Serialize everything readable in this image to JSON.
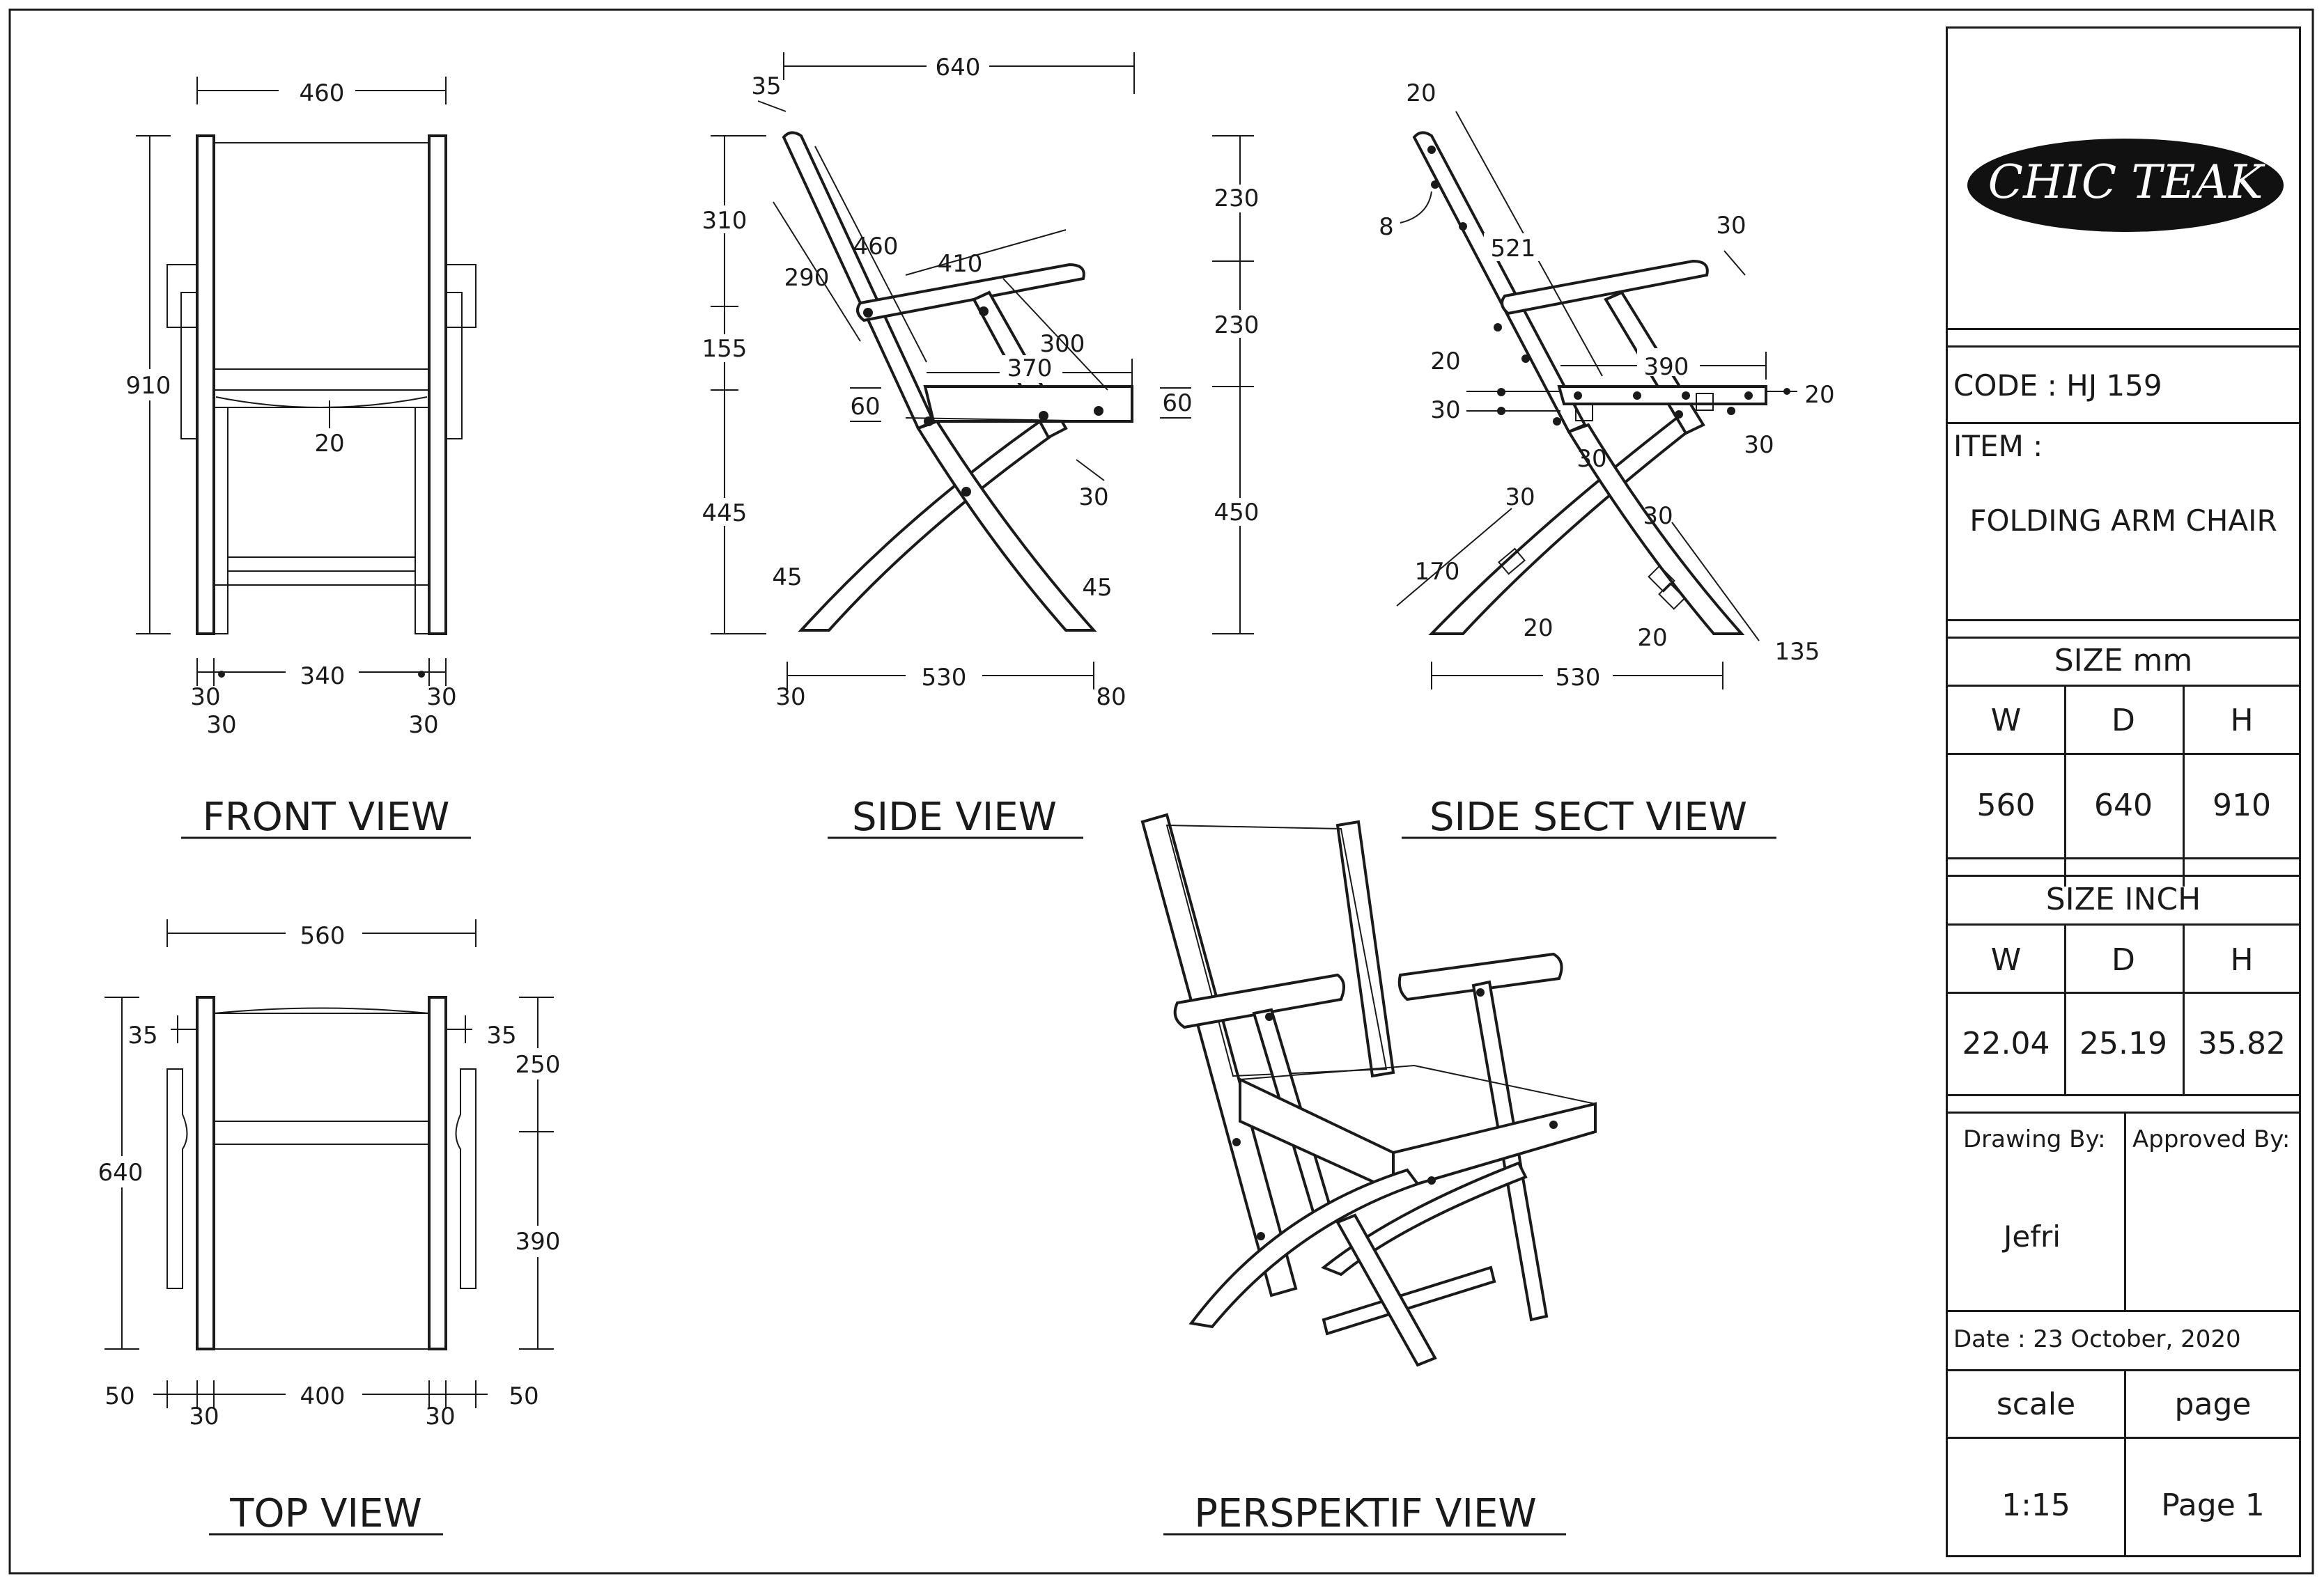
{
  "views": {
    "front": "FRONT VIEW",
    "side": "SIDE VIEW",
    "side_sect": "SIDE SECT VIEW",
    "top": "TOP VIEW",
    "perspective": "PERSPEKTIF VIEW"
  },
  "front_dims": {
    "width": "460",
    "height": "910",
    "seat": "20",
    "inner": "340",
    "left_a": "30",
    "left_b": "30",
    "right_a": "30",
    "right_b": "30"
  },
  "side_dims": {
    "depth": "640",
    "top_offset": "35",
    "back_upper": "310",
    "back_mid": "155",
    "back_low": "445",
    "back_len": "460",
    "back_slat": "290",
    "arm": "410",
    "arm_leg": "300",
    "seat_depth": "370",
    "seat_l": "60",
    "seat_r": "60",
    "r_upper": "230",
    "r_mid": "230",
    "r_low": "450",
    "rail": "30",
    "foot_l": "45",
    "foot_r": "45",
    "base": "530",
    "base_l": "30",
    "base_r": "80"
  },
  "sect_dims": {
    "top": "20",
    "pin": "8",
    "back": "521",
    "arm_end": "30",
    "seat": "390",
    "seat_l": "20",
    "seat_l2": "30",
    "seat_r": "20",
    "a": "30",
    "b": "30",
    "c": "30",
    "d": "30",
    "leg": "170",
    "e": "20",
    "f": "20",
    "g": "135",
    "base": "530"
  },
  "top_dims": {
    "width": "560",
    "depth": "640",
    "l35": "35",
    "r35": "35",
    "back": "250",
    "seat": "390",
    "inner": "400",
    "l50": "50",
    "l30": "30",
    "r30": "30",
    "r50": "50"
  },
  "title_block": {
    "logo": "CHIC TEAK",
    "code": "CODE : HJ 159",
    "item_label": "ITEM :",
    "item": "FOLDING ARM CHAIR",
    "size_mm": "SIZE mm",
    "size_inch": "SIZE INCH",
    "w": "W",
    "d": "D",
    "h": "H",
    "mm_w": "560",
    "mm_d": "640",
    "mm_h": "910",
    "in_w": "22.04",
    "in_d": "25.19",
    "in_h": "35.82",
    "drawing_by": "Drawing By:",
    "approved_by": "Approved By:",
    "drawer": "Jefri",
    "date": "Date : 23 October, 2020",
    "scale_label": "scale",
    "page_label": "page",
    "scale": "1:15",
    "page": "Page 1"
  }
}
